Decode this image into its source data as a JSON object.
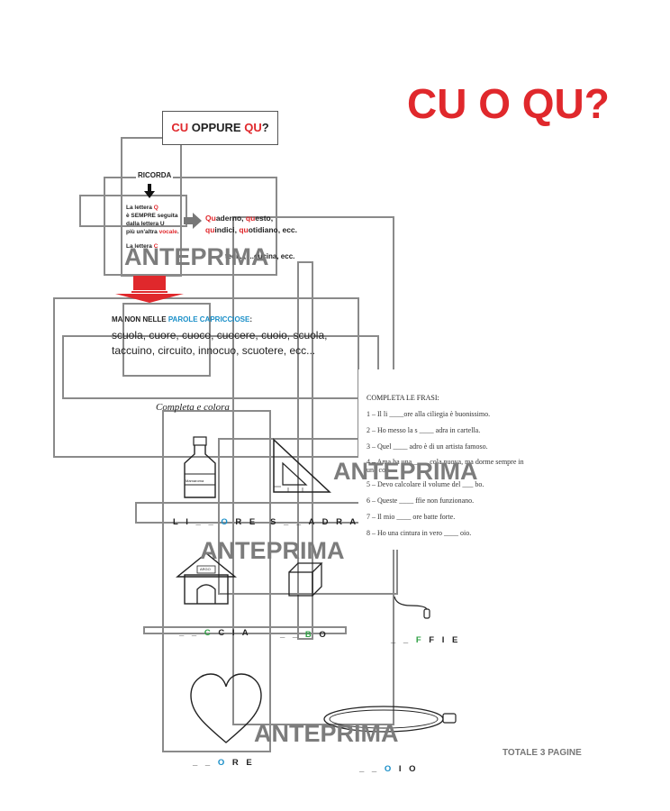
{
  "title": "CU O QU?",
  "header_box": {
    "cu": "CU",
    "oppure": " OPPURE ",
    "qu": "QU",
    "q": "?"
  },
  "ricorda": "RICORDA",
  "rule_q": {
    "line1a": "La lettera ",
    "line1b": "Q",
    "line2": "è SEMPRE seguita",
    "line3": "dalla lettera U",
    "line4a": "più un'altra ",
    "line4b": "vocale",
    "line4c": "."
  },
  "examples_q": {
    "w1a": "Qu",
    "w1b": "aderno, ",
    "w2a": "qu",
    "w2b": "esto,",
    "w3a": "qu",
    "w3b": "indici, ",
    "w4a": "qu",
    "w4b": "otidiano, ecc."
  },
  "rule_c": {
    "line1a": "La lettera ",
    "line1b": "C"
  },
  "examples_c": "tedi..., ...cucina, ecc.",
  "ma_non": {
    "a": "MA NON NELLE ",
    "b": "PAROLE CAPRICCIOSE",
    "c": ":"
  },
  "capricious_line1": "scuola, cuore, cuoco, cuocere, cuoio, scuola,",
  "capricious_line2": "taccuino, circuito, innocuo, scuotere, ecc...",
  "completa_colora": "Completa e colora",
  "bottle_label": "Mamaroma",
  "house_label": "ARGO",
  "words": {
    "w1": {
      "a": "L I _ _ ",
      "b": "O",
      "c": " R E"
    },
    "w2": {
      "a": "S _ _ A D R A"
    },
    "w3": {
      "a": "_ _ ",
      "b": "C",
      "c": " C I A"
    },
    "w4": {
      "a": "_ _ ",
      "b": "B",
      "c": " O"
    },
    "w5": {
      "a": "_ _ ",
      "b": "F",
      "c": " F I E"
    },
    "w6": {
      "a": "_ _ ",
      "b": "O",
      "c": " R E"
    },
    "w7": {
      "a": "_ _ ",
      "b": "O",
      "c": " I O"
    }
  },
  "exercise": {
    "heading": "COMPLETA LE FRASI:",
    "sentences": [
      "1 – Il li ____ore alla ciliegia è buonissimo.",
      "2 – Ho messo la s ____ adra in cartella.",
      "3 – Quel ____ adro è di un artista famoso.",
      "4 – Ama ha una ____ cola nuova, ma dorme sempre in",
      "5 – Devo calcolare il volume del ___ bo.",
      "6 – Queste ____ ffie non funzionano.",
      "7 – Il mio ____ ore batte forte.",
      "8 – Ho una cintura in vero ____ oio."
    ],
    "sentence4_cont": "una con..."
  },
  "watermark": "ANTEPRIMA",
  "totale": "TOTALE 3 PAGINE",
  "colors": {
    "red": "#e0282c",
    "blue": "#1a8fc8",
    "green": "#2ea043",
    "gray_frame": "#8a8a8a"
  }
}
